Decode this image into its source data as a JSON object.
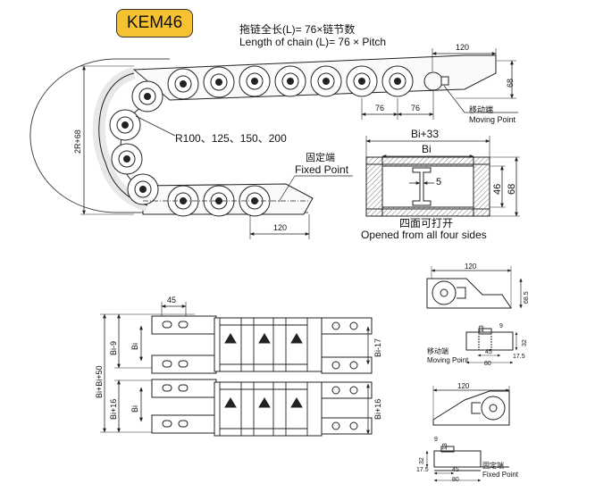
{
  "model": "KEM46",
  "side_view": {
    "length_cn": "拖链全长(L)= 76×链节数",
    "length_en": "Length of chain (L)= 76 × Pitch",
    "dim_top": "120",
    "dim_bottom": "120",
    "dim_height": "68",
    "pitch_1": "76",
    "pitch_2": "76",
    "radius": "R100、125、150、200",
    "outer_height": "2R+68",
    "moving_cn": "移动端",
    "moving_en": "Moving Point",
    "fixed_cn": "固定端",
    "fixed_en": "Fixed Point"
  },
  "cross_section": {
    "outer_width": "Bi+33",
    "inner_width": "Bi",
    "inner_height": "46",
    "outer_height": "68",
    "web": "5",
    "caption_cn": "四面可打开",
    "caption_en": "Opened from all four sides"
  },
  "plan_view": {
    "pitch": "45",
    "left_total": "Bi+Bi+50",
    "left_upper_a": "Bi-9",
    "left_upper_b": "Bi",
    "left_lower_a": "Bi+16",
    "left_lower_b": "Bi",
    "right_upper": "Bi-17",
    "right_lower": "Bi+16"
  },
  "moving_bracket": {
    "length": "120",
    "height": "68.5",
    "d_13": "13",
    "d_9": "9",
    "d_32": "32",
    "d_45": "45",
    "d_17_5": "17.5",
    "d_80": "80",
    "label_cn": "移动端",
    "label_en": "Moving Point"
  },
  "fixed_bracket": {
    "length": "120",
    "d_9": "9",
    "d_13": "13",
    "d_32": "32",
    "d_17_5": "17.5",
    "d_45": "45",
    "d_80": "80",
    "label_cn": "固定端",
    "label_en": "Fixed Point"
  }
}
